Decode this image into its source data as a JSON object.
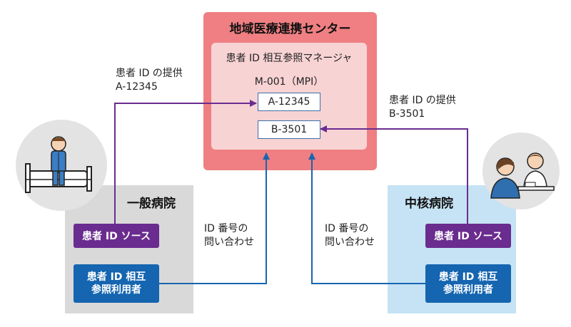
{
  "center": {
    "title": "地域医療連携センター",
    "manager_title": "患者 ID 相互参照マネージャ",
    "mpi_label": "M-001（MPI）",
    "id_a": "A-12345",
    "id_b": "B-3501"
  },
  "general_hospital": {
    "title": "一般病院",
    "source_label": "患者 ID ソース",
    "consumer_label_line1": "患者 ID 相互",
    "consumer_label_line2": "参照利用者"
  },
  "core_hospital": {
    "title": "中核病院",
    "source_label": "患者 ID ソース",
    "consumer_label_line1": "患者 ID 相互",
    "consumer_label_line2": "参照利用者"
  },
  "edges": {
    "left_provide_line1": "患者 ID の提供",
    "left_provide_line2": "A-12345",
    "right_provide_line1": "患者 ID の提供",
    "right_provide_line2": "B-3501",
    "left_query_line1": "ID 番号の",
    "left_query_line2": "問い合わせ",
    "right_query_line1": "ID 番号の",
    "right_query_line2": "問い合わせ"
  },
  "colors": {
    "center_outer": "#ef7f82",
    "center_inner": "#f8d3d4",
    "purple": "#6a2c8f",
    "navy": "#1565b0",
    "general_bg": "#d9d9d9",
    "core_bg": "#c5e3f4"
  },
  "icons": [
    "patient-in-bed-icon",
    "doctor-consultation-icon"
  ]
}
